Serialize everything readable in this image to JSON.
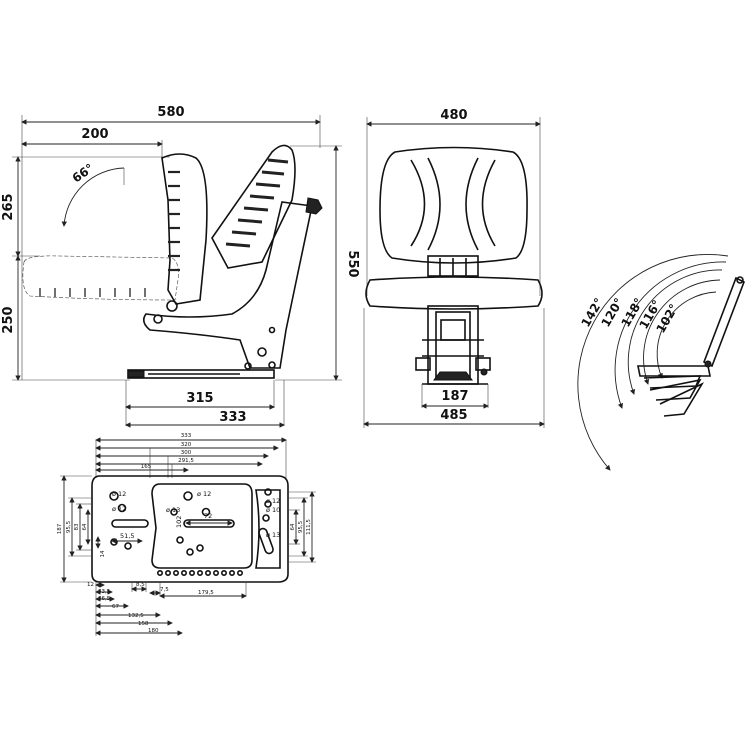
{
  "side_view": {
    "width_total": "580",
    "backrest_depth": "200",
    "backrest_height": "265",
    "seat_height": "250",
    "total_height": "550",
    "base_length": "315",
    "base_total": "333",
    "tilt_angle": "66°"
  },
  "front_view": {
    "width_top": "480",
    "width_mid": "187",
    "width_bottom": "485"
  },
  "suspension_arc": {
    "angles": [
      "142°",
      "120°",
      "118°",
      "116°",
      "102°"
    ]
  },
  "plate": {
    "top_dims": [
      "333",
      "320",
      "300",
      "291,5",
      "165"
    ],
    "holes": [
      "ø 12",
      "ø 12",
      "ø 12",
      "ø 13",
      "ø 10",
      "ø 12",
      "ø 13"
    ],
    "inner_dims": [
      "51,5",
      "72",
      "102"
    ],
    "left_dims": [
      "187",
      "95,5",
      "83",
      "64",
      "14"
    ],
    "right_dims": [
      "64",
      "95,5",
      "111,5"
    ],
    "bottom_dims": [
      "8,5",
      "7,5",
      "179,5",
      "12",
      "33,5",
      "36,5",
      "67",
      "132,5",
      "158",
      "180"
    ]
  }
}
